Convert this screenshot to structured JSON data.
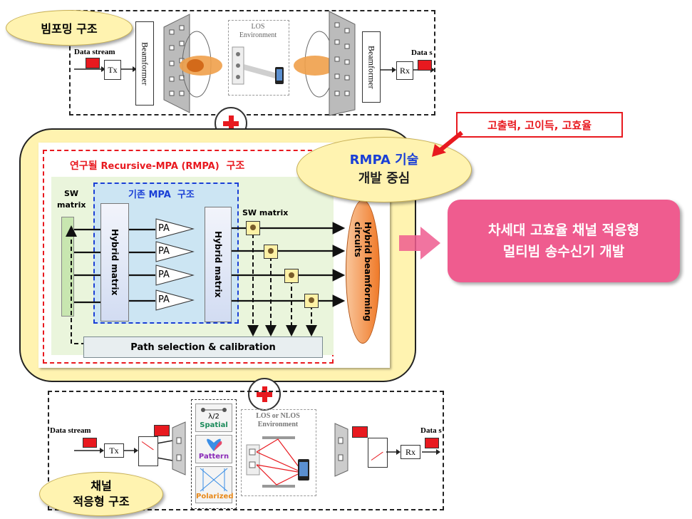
{
  "top": {
    "title": "빔포밍 구조",
    "data_stream": "Data stream",
    "data_stream_right": "Data s",
    "tx": "Tx",
    "rx": "Rx",
    "beamformer": "Beamformer",
    "los_env": [
      "LOS",
      "Environment"
    ]
  },
  "middle": {
    "rmpa_title_ko": "연구될",
    "rmpa_title_en": "Recursive-MPA (RMPA)",
    "rmpa_title_suffix": "구조",
    "mpa_label_ko": "기존",
    "mpa_label_en": "MPA",
    "mpa_label_suffix": "구조",
    "sw_matrix_left": [
      "SW",
      "matrix"
    ],
    "sw_matrix_right": "SW matrix",
    "hybrid_matrix": "Hybrid matrix",
    "pa": [
      "PA",
      "PA",
      "PA",
      "PA"
    ],
    "hybrid_bf": [
      "Hybrid beamforming",
      "circuits"
    ],
    "path_selection": "Path selection & calibration",
    "focus_oval": [
      "RMPA 기술",
      "개발 중심"
    ],
    "features": "고출력, 고이득, 고효율",
    "goal": [
      "차세대 고효율 채널 적응형",
      "멀티빔 송수신기 개발"
    ]
  },
  "bottom": {
    "title": [
      "채널",
      "적응형 구조"
    ],
    "data_stream": "Data stream",
    "data_stream_right": "Data s",
    "tx": "Tx",
    "rx": "Rx",
    "spatial": "Spatial",
    "lambda": "λ/2",
    "pattern": "Pattern",
    "polarized": "Polarized",
    "los_nlos": [
      "LOS  or NLOS",
      "Environment"
    ]
  },
  "colors": {
    "oval_fill": "#fff3b0",
    "red": "#e8191f",
    "blue": "#1a3fd6",
    "pink": "#ef5c8f",
    "panel_green": "#eaf5dc",
    "mpa_blue": "#cce5f3"
  }
}
